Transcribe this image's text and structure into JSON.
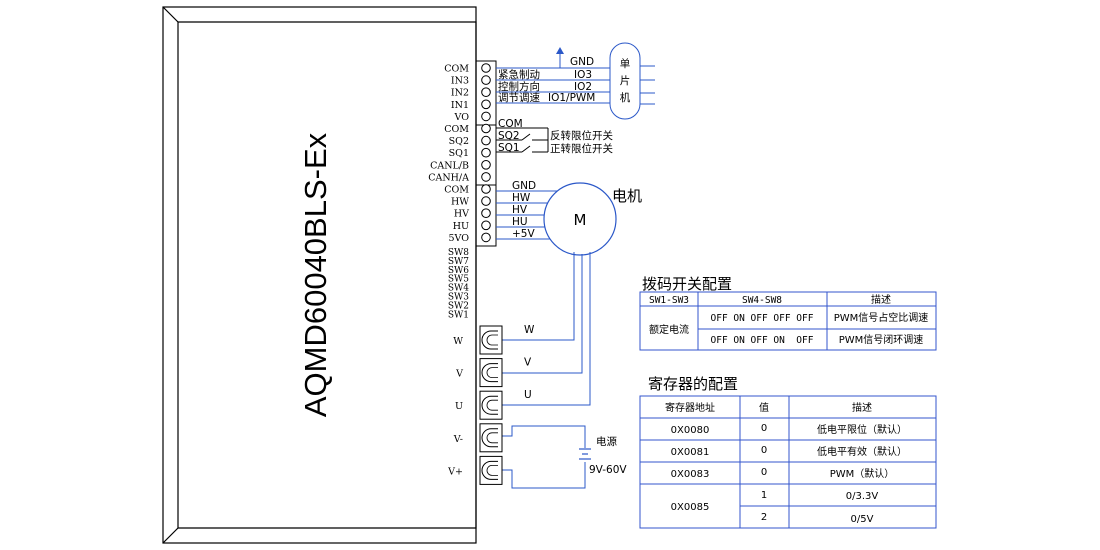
{
  "title": "AQMD60040BLS-Ex",
  "pins_upper": [
    "COM",
    "IN3",
    "IN2",
    "IN1",
    "VO",
    "COM",
    "SQ2",
    "SQ1",
    "CANL/B",
    "CANH/A",
    "COM",
    "HW",
    "HV",
    "HU",
    "5VO"
  ],
  "pins_sw": [
    "SW8",
    "SW7",
    "SW6",
    "SW5",
    "SW4",
    "SW3",
    "SW2",
    "SW1"
  ],
  "pins_power": [
    "W",
    "V",
    "U",
    "V-",
    "V+"
  ],
  "mcu": {
    "label_chars": [
      "单",
      "片",
      "机"
    ],
    "gnd": "GND",
    "io3": "IO3",
    "io2": "IO2",
    "io1": "IO1/PWM"
  },
  "func_labels": [
    "紧急制动",
    "控制方向",
    "调节调速"
  ],
  "com_label": "COM",
  "limit": {
    "sq2": "SQ2",
    "sq1": "SQ1",
    "reverse": "反转限位开关",
    "forward": "正转限位开关"
  },
  "motor": {
    "symbol": "M",
    "label": "电机",
    "wires": [
      "GND",
      "HW",
      "HV",
      "HU",
      "+5V"
    ]
  },
  "phase_labels": [
    "W",
    "V",
    "U"
  ],
  "power": {
    "label": "电源",
    "range": "9V-60V"
  },
  "dip_table": {
    "title": "拨码开关配置",
    "headers": [
      "SW1-SW3",
      "SW4-SW8",
      "描述"
    ],
    "group_label": "额定电流",
    "rows": [
      {
        "switches": "OFF ON OFF OFF OFF",
        "desc": "PWM信号占空比调速"
      },
      {
        "switches": "OFF ON OFF ON  OFF",
        "desc": "PWM信号闭环调速"
      }
    ]
  },
  "reg_table": {
    "title": "寄存器的配置",
    "headers": [
      "寄存器地址",
      "值",
      "描述"
    ],
    "rows": [
      {
        "addr": "0X0080",
        "val": "0",
        "desc": "低电平限位（默认）"
      },
      {
        "addr": "0X0081",
        "val": "0",
        "desc": "低电平有效（默认）"
      },
      {
        "addr": "0X0083",
        "val": "0",
        "desc": "PWM（默认）"
      },
      {
        "addr": "0X0085",
        "val": "1",
        "desc": "0/3.3V"
      },
      {
        "addr": "",
        "val": "2",
        "desc": "0/5V"
      }
    ]
  },
  "colors": {
    "wire": "#2b58c8",
    "table": "#3355cc",
    "line": "#000000"
  }
}
